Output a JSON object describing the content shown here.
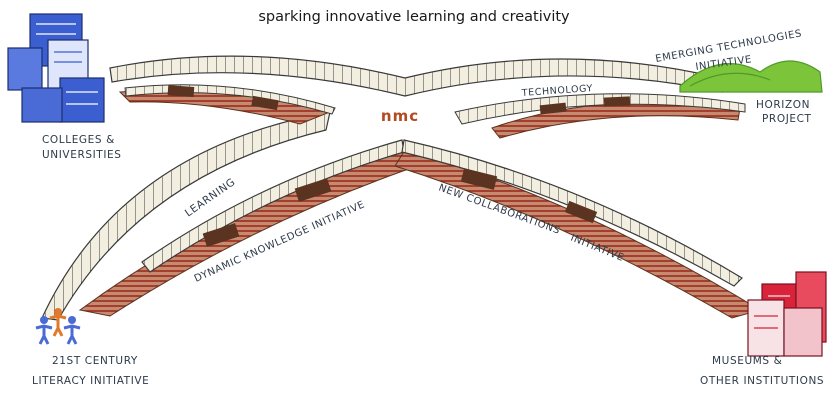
{
  "title": "sparking innovative learning and creativity",
  "center_logo": "nmc",
  "nodes": {
    "colleges": "COLLEGES & UNIVERSITIES",
    "colleges_line1": "COLLEGES &",
    "colleges_line2": "UNIVERSITIES",
    "emerging_line1": "EMERGING TECHNOLOGIES",
    "emerging_line2": "INITIATIVE",
    "horizon_line1": "HORIZON",
    "horizon_line2": "PROJECT",
    "literacy_line1": "21ST CENTURY",
    "literacy_line2": "LITERACY INITIATIVE",
    "museums_line1": "MUSEUMS &",
    "museums_line2": "OTHER INSTITUTIONS"
  },
  "bridges": {
    "learning": "LEARNING",
    "technology": "TECHNOLOGY",
    "dynamic_knowledge": "DYNAMIC KNOWLEDGE INITIATIVE",
    "new_collaborations_line1": "NEW COLLABORATIONS",
    "new_collaborations_line2": "INITIATIVE"
  },
  "colors": {
    "rail_fill": "#f3efe0",
    "rail_stroke": "#3a3a3a",
    "deck_red": "#a0301e",
    "deck_dark": "#5a3420",
    "hill_green": "#7cc43a",
    "hill_dark": "#4e9a2a",
    "building_blue": "#3b5fd0",
    "building_red": "#d8233a",
    "person_blue": "#4a6ad6",
    "person_orange": "#e07a2a"
  }
}
